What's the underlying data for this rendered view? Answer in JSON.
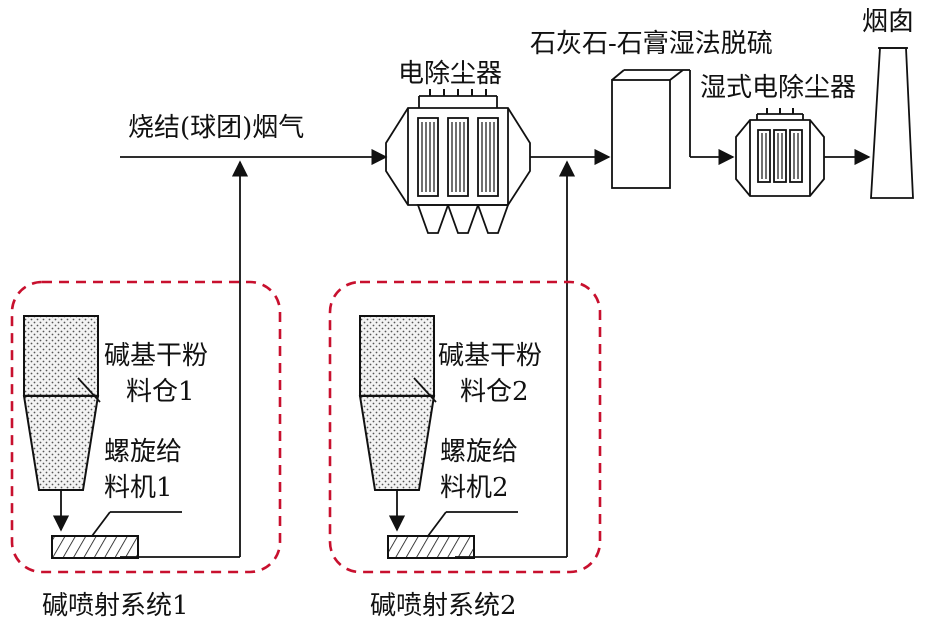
{
  "labels": {
    "flue_gas": "烧结(球团)烟气",
    "esp": "电除尘器",
    "fgd": "石灰石-石膏湿法脱硫",
    "wesp": "湿式电除尘器",
    "chimney": "烟囱",
    "sys1": {
      "silo_line1": "碱基干粉",
      "silo_line2": "料仓1",
      "feeder_line1": "螺旋给",
      "feeder_line2": "料机1",
      "caption": "碱喷射系统1"
    },
    "sys2": {
      "silo_line1": "碱基干粉",
      "silo_line2": "料仓2",
      "feeder_line1": "螺旋给",
      "feeder_line2": "料机2",
      "caption": "碱喷射系统2"
    }
  },
  "colors": {
    "line": "#111111",
    "dashed_boundary": "#c8102e",
    "silo_fill": "#cfcfcf"
  }
}
